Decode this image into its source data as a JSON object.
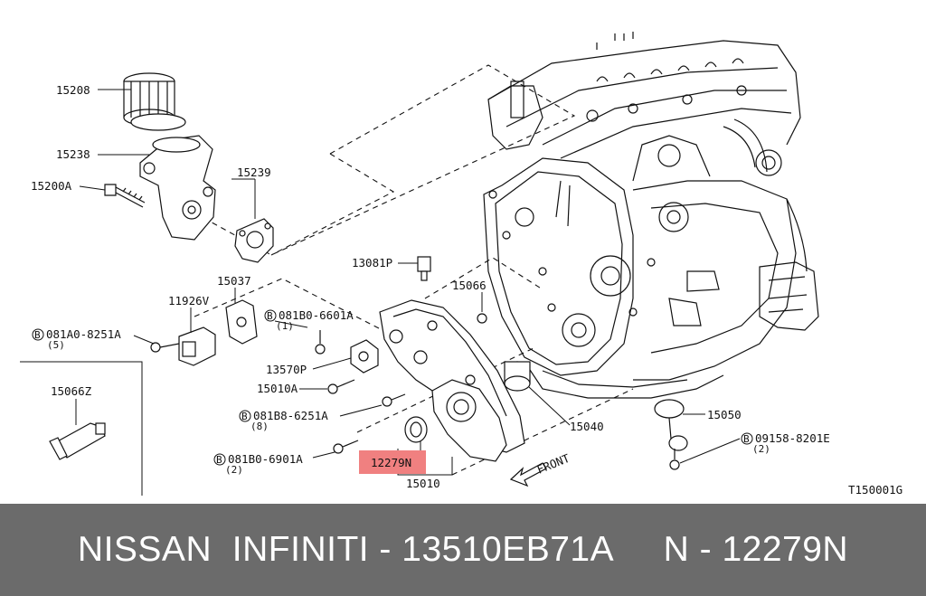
{
  "diagram": {
    "labels": {
      "p15208": "15208",
      "p15238": "15238",
      "p15200A": "15200A",
      "p15239": "15239",
      "p13081P": "13081P",
      "p15037": "15037",
      "p15066": "15066",
      "p11926V": "11926V",
      "p081B0_6601A": "081B0-6601A",
      "p081B0_6601A_qty": "(1)",
      "p081A0_8251A": "081A0-8251A",
      "p081A0_8251A_qty": "(5)",
      "p13570P": "13570P",
      "p15010A": "15010A",
      "p081B8_6251A": "081B8-6251A",
      "p081B8_6251A_qty": "(8)",
      "p15066Z": "15066Z",
      "p081B0_6901A": "081B0-6901A",
      "p081B0_6901A_qty": "(2)",
      "p12279N": "12279N",
      "p15010": "15010",
      "p15040": "15040",
      "p15050": "15050",
      "p09158_8201E": "09158-8201E",
      "p09158_8201E_qty": "(2)",
      "front": "FRONT",
      "bolt_mark": "B",
      "figure_code": "T150001G"
    },
    "highlight_color": "#f08080"
  },
  "banner": {
    "text": "NISSAN  INFINITI - 13510EB71A     N - 12279N",
    "background": "#6b6b6b",
    "text_color": "#ffffff"
  }
}
